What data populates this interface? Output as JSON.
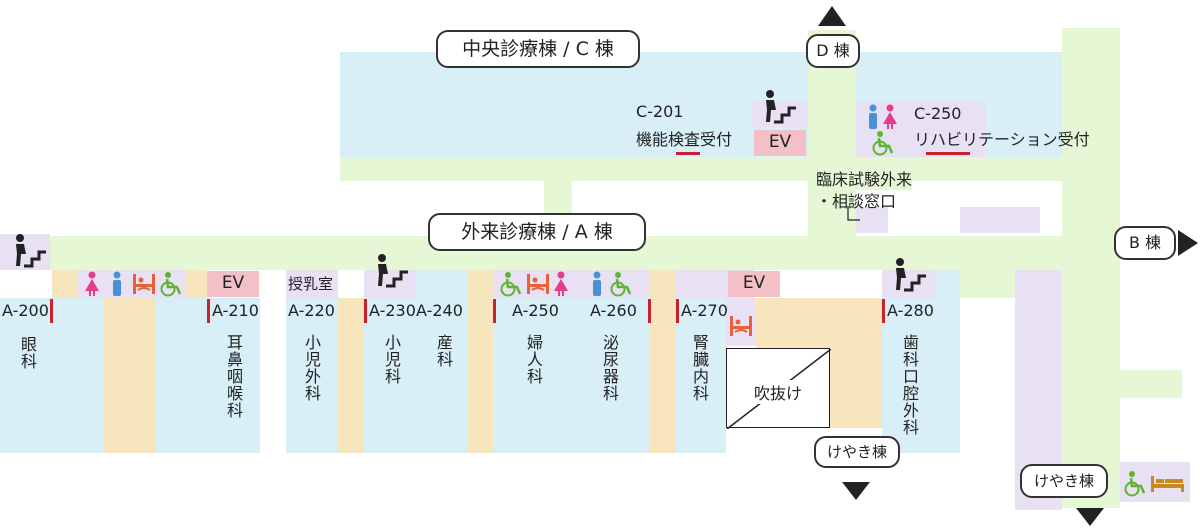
{
  "buildings": {
    "c_building": "中央診療棟 / C 棟",
    "a_building": "外来診療棟 / A 棟",
    "d_building": "D 棟",
    "b_building": "B 棟",
    "keyaki_1": "けやき棟",
    "keyaki_2": "けやき棟"
  },
  "c_floor": {
    "c201_code": "C-201",
    "c201_name": "機能検査受付",
    "c250_code": "C-250",
    "c250_name": "リハビリテーション受付",
    "ev_label": "EV",
    "clinical_trial_line1": "臨床試験外来",
    "clinical_trial_line2": "・相談窓口"
  },
  "a_floor": {
    "ev_left": "EV",
    "ev_right": "EV",
    "nursing_room": "授乳室",
    "void_label": "吹抜け",
    "rooms": [
      {
        "code": "A-200",
        "dept": "眼科"
      },
      {
        "code": "A-210",
        "dept": "耳鼻咽喉科"
      },
      {
        "code": "A-220",
        "dept": "小児外科"
      },
      {
        "code": "A-230",
        "dept": "小児科"
      },
      {
        "code": "A-240",
        "dept": "産科"
      },
      {
        "code": "A-250",
        "dept": "婦人科"
      },
      {
        "code": "A-260",
        "dept": "泌尿器科"
      },
      {
        "code": "A-270",
        "dept": "腎臓内科"
      },
      {
        "code": "A-280",
        "dept": "歯科口腔外科"
      }
    ]
  },
  "icons": [
    "stairs-icon",
    "female-restroom-icon",
    "male-restroom-icon",
    "baby-changing-icon",
    "wheelchair-icon",
    "bed-icon",
    "triangle-up-icon",
    "triangle-down-icon",
    "triangle-right-icon"
  ],
  "colors": {
    "corridor": "#e6f7d6",
    "room": "#d9eff8",
    "waiting": "#f7e5bd",
    "facility": "#e8e0f3",
    "elevator": "#f4c0c8",
    "accent_red": "#c8232c",
    "male_blue": "#4a90d9",
    "female_pink": "#e63c8c",
    "wheelchair_green": "#5cb531",
    "baby_orange": "#e8603c"
  }
}
